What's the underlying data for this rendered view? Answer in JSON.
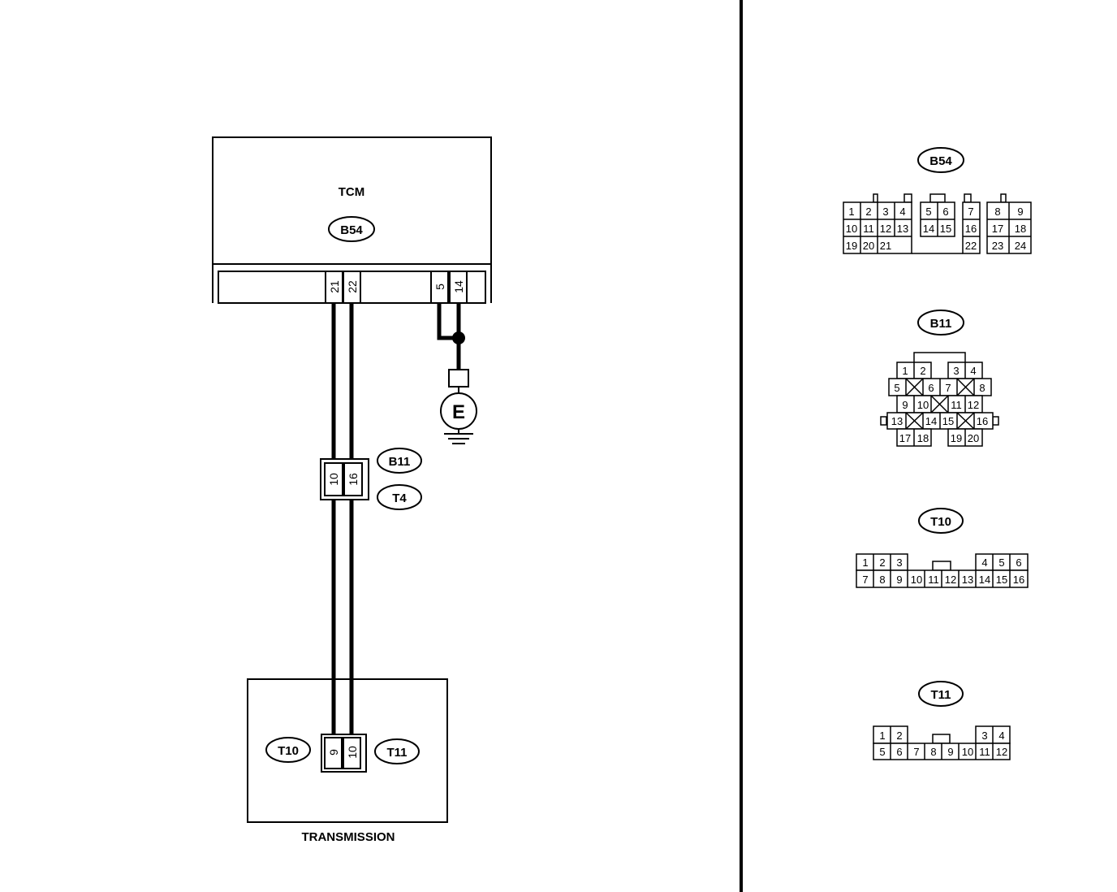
{
  "main": {
    "tcm": {
      "title": "TCM",
      "connector": "B54",
      "pins": [
        "21",
        "22",
        "5",
        "14"
      ]
    },
    "ground": {
      "symbol": "E"
    },
    "inline_connector": {
      "tags": [
        "B11",
        "T4"
      ],
      "pins": [
        "10",
        "16"
      ]
    },
    "transmission": {
      "title": "TRANSMISSION",
      "tags": [
        "T10",
        "T11"
      ],
      "pins": [
        "9",
        "10"
      ]
    }
  },
  "connector_views": {
    "b54": {
      "tag": "B54",
      "rows": [
        [
          "1",
          "2",
          "3",
          "4",
          "5",
          "6",
          "7",
          "8",
          "9"
        ],
        [
          "10",
          "11",
          "12",
          "13",
          "14",
          "15",
          "16",
          "17",
          "18"
        ],
        [
          "19",
          "20",
          "21",
          "22",
          "23",
          "24"
        ]
      ]
    },
    "b11": {
      "tag": "B11",
      "rows": [
        [
          "1",
          "2",
          "3",
          "4"
        ],
        [
          "5",
          "6",
          "7",
          "8"
        ],
        [
          "9",
          "10",
          "11",
          "12"
        ],
        [
          "13",
          "14",
          "15",
          "16"
        ],
        [
          "17",
          "18",
          "19",
          "20"
        ]
      ]
    },
    "t10": {
      "tag": "T10",
      "rows": [
        [
          "1",
          "2",
          "3",
          "4",
          "5",
          "6"
        ],
        [
          "7",
          "8",
          "9",
          "10",
          "11",
          "12",
          "13",
          "14",
          "15",
          "16"
        ]
      ]
    },
    "t11": {
      "tag": "T11",
      "rows": [
        [
          "1",
          "2",
          "3",
          "4"
        ],
        [
          "5",
          "6",
          "7",
          "8",
          "9",
          "10",
          "11",
          "12"
        ]
      ]
    }
  }
}
